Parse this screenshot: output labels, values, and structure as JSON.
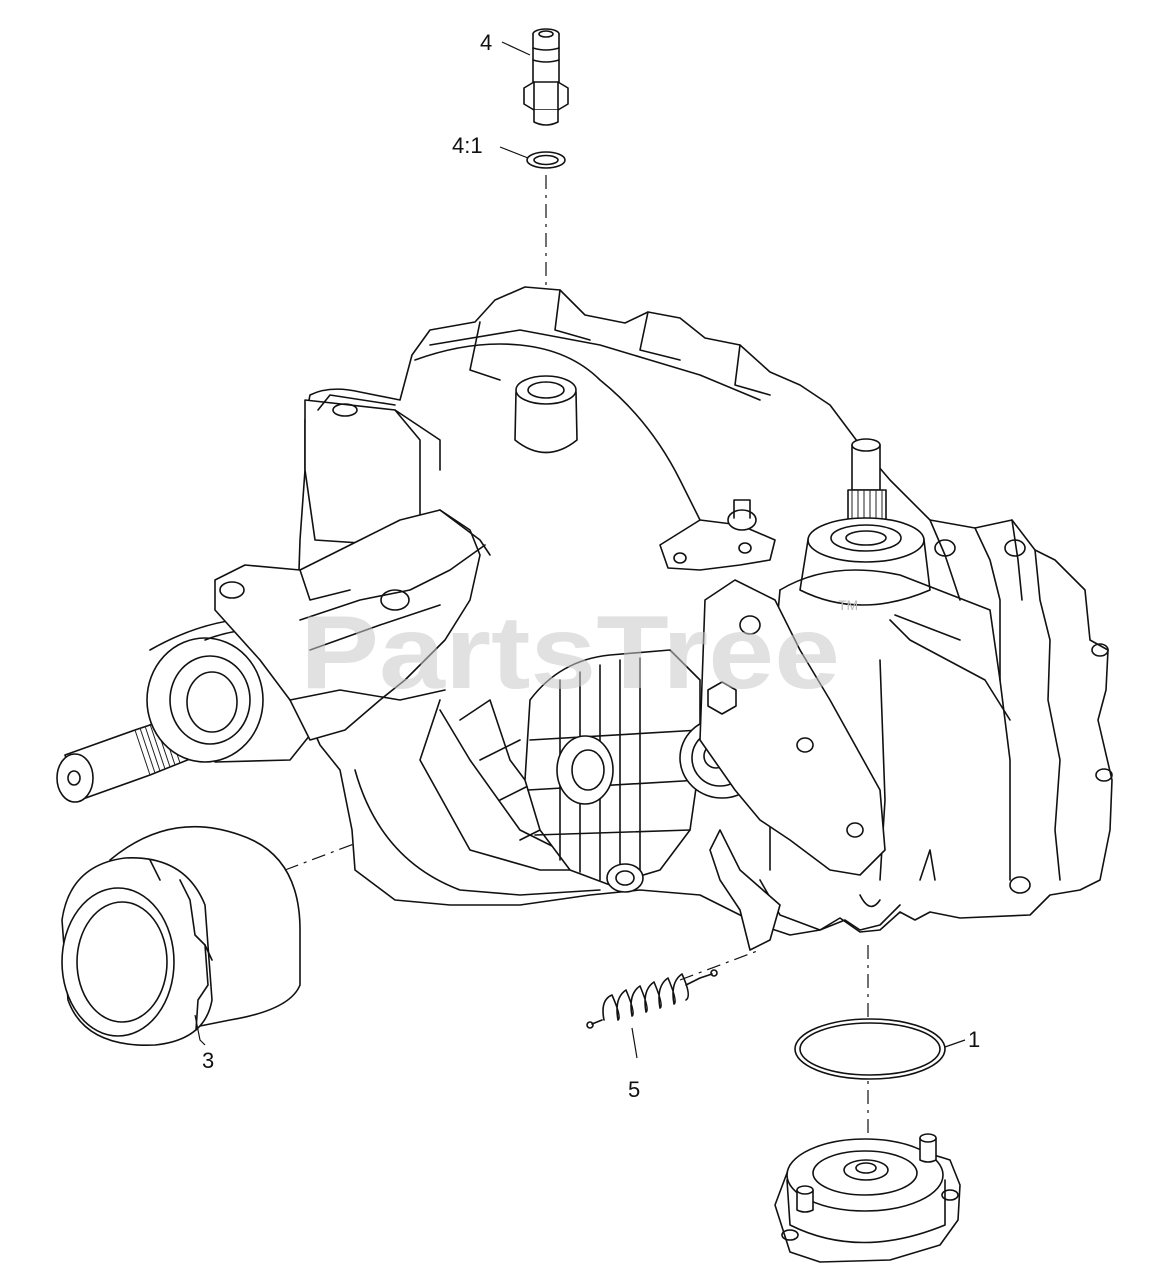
{
  "watermark": {
    "text": "PartsTree",
    "trademark": "TM"
  },
  "callouts": [
    {
      "id": "1",
      "label": "1"
    },
    {
      "id": "3",
      "label": "3"
    },
    {
      "id": "4",
      "label": "4"
    },
    {
      "id": "4:1",
      "label": "4:1"
    },
    {
      "id": "5",
      "label": "5"
    }
  ],
  "parts": [
    {
      "callout": "1",
      "name": "o-ring"
    },
    {
      "callout": "3",
      "name": "oil-filter"
    },
    {
      "callout": "4",
      "name": "hose-fitting"
    },
    {
      "callout": "4:1",
      "name": "washer"
    },
    {
      "callout": "5",
      "name": "extension-spring"
    }
  ]
}
